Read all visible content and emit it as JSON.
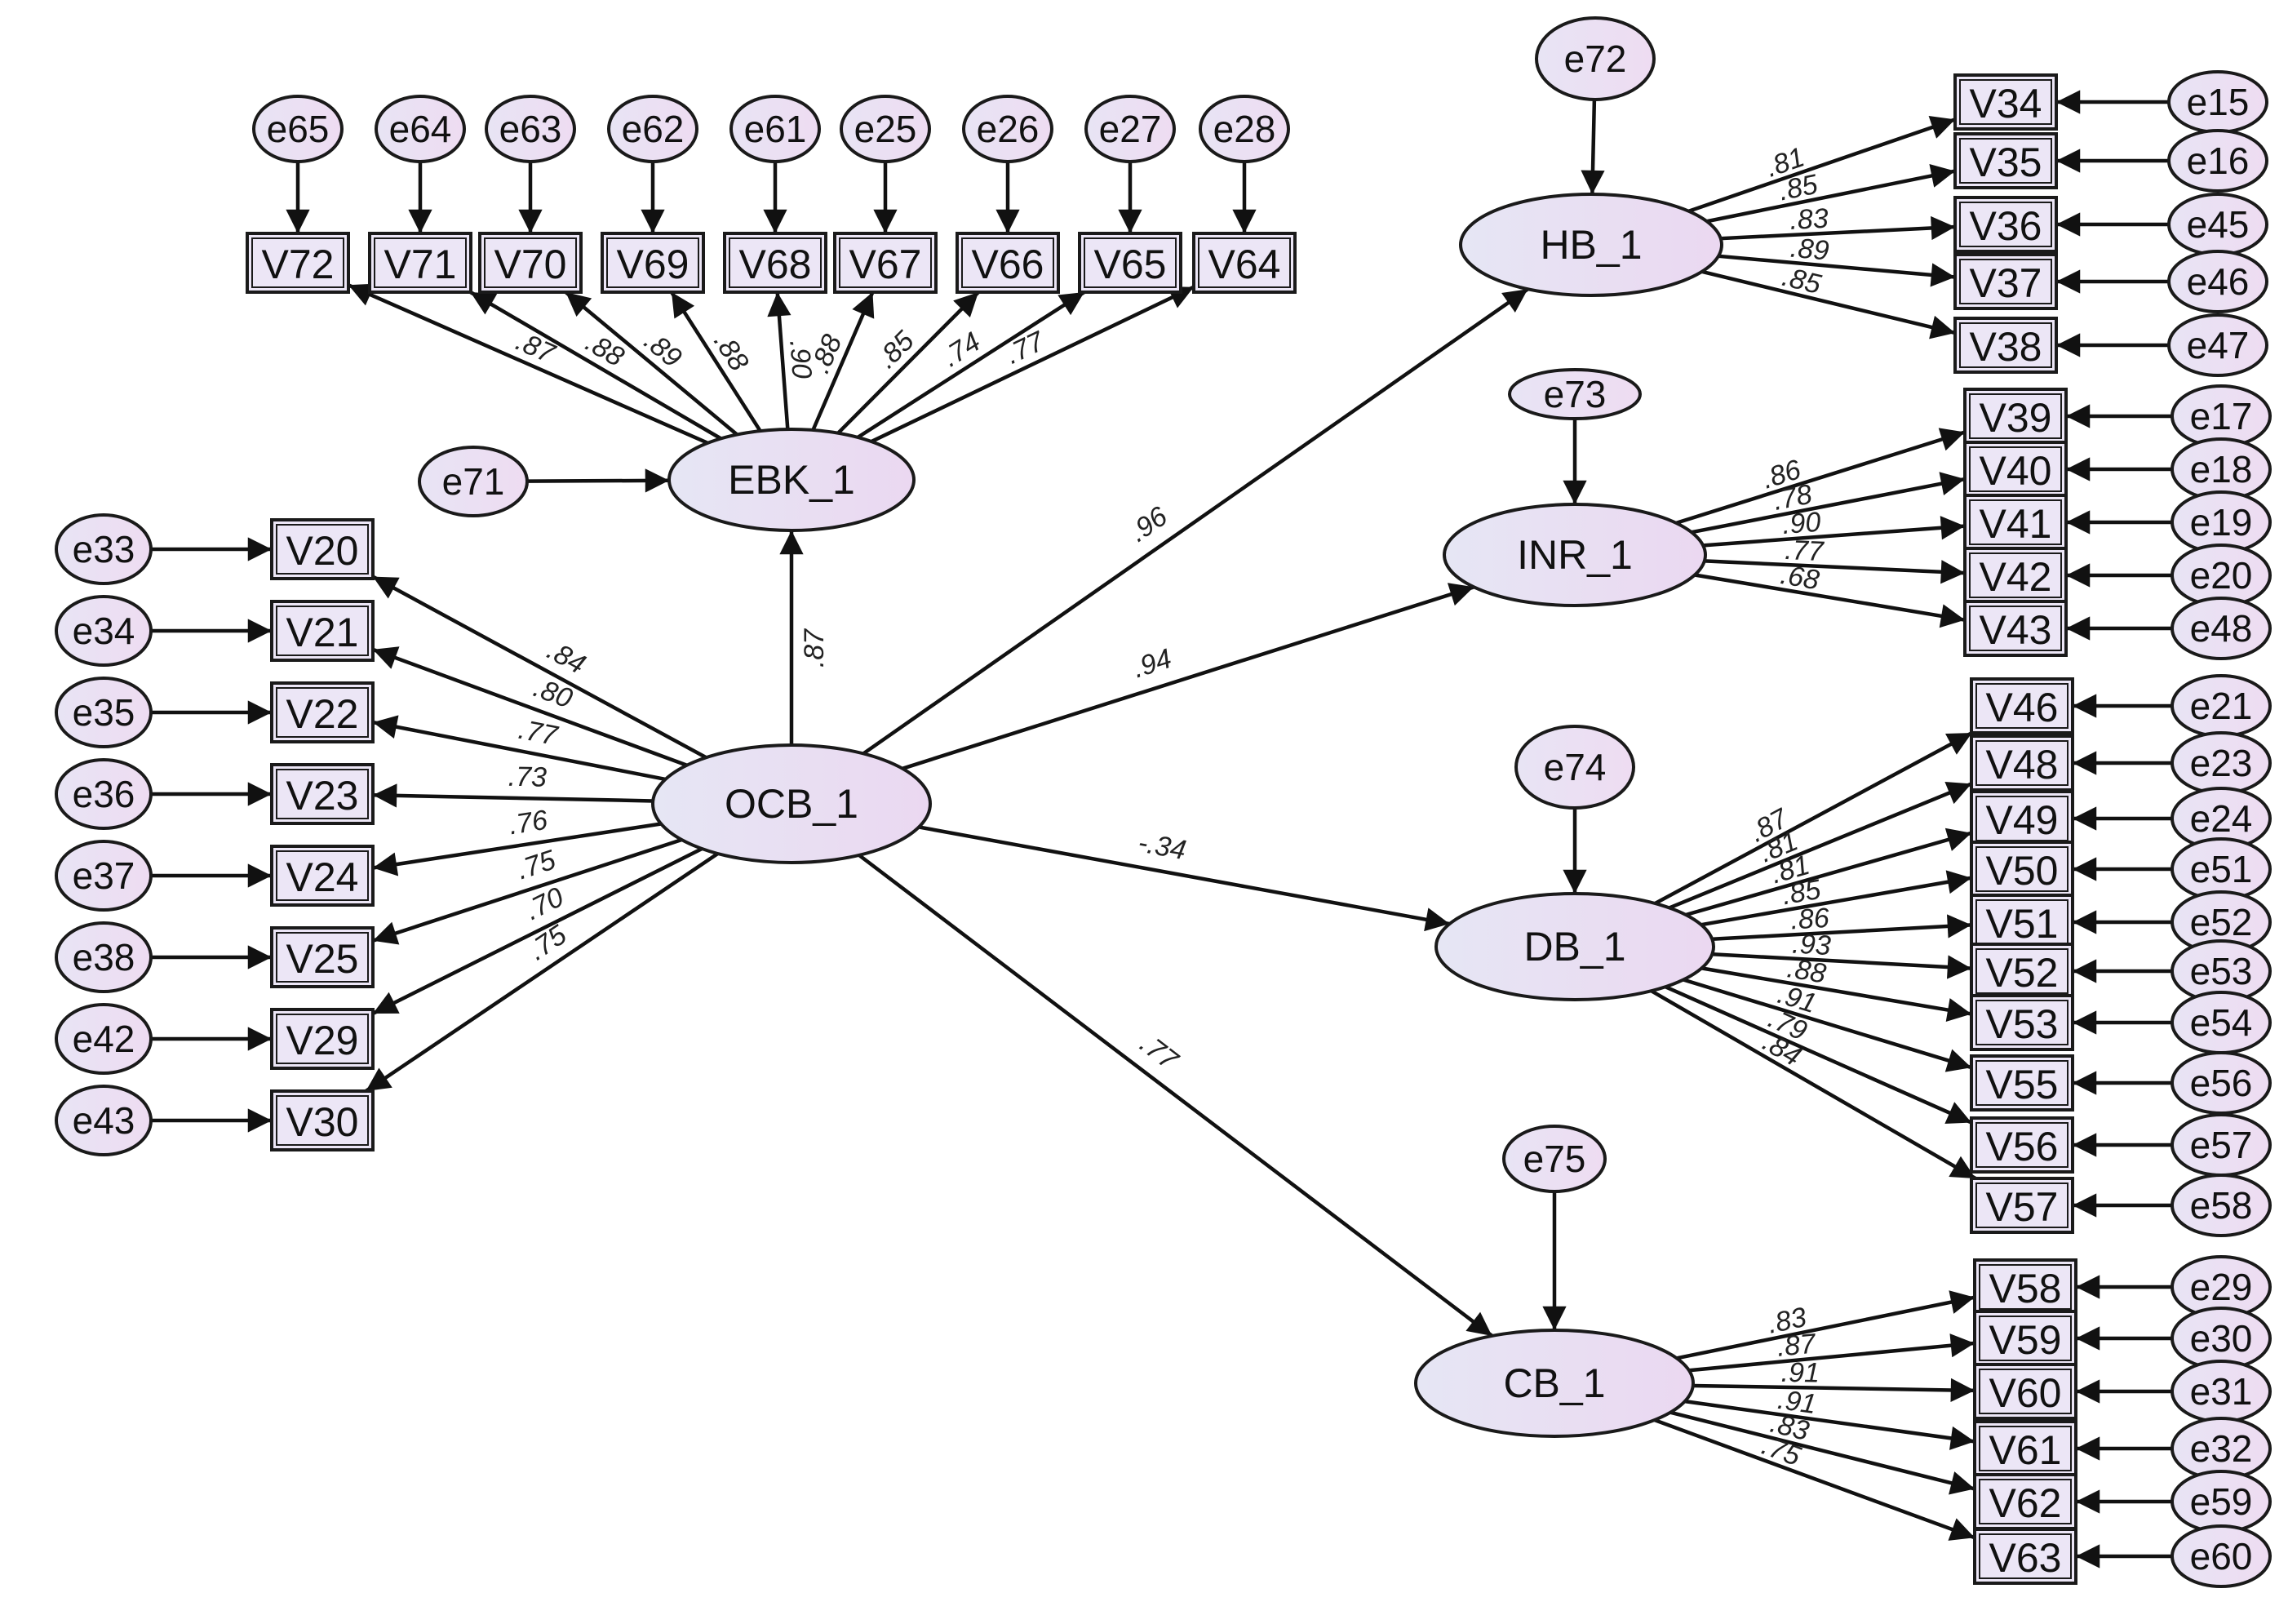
{
  "diagram": {
    "latents": [
      {
        "id": "OCB",
        "label": "OCB_1"
      },
      {
        "id": "EBK",
        "label": "EBK_1"
      },
      {
        "id": "HB",
        "label": "HB_1"
      },
      {
        "id": "INR",
        "label": "INR_1"
      },
      {
        "id": "DB",
        "label": "DB_1"
      },
      {
        "id": "CB",
        "label": "CB_1"
      }
    ],
    "disturbances": [
      {
        "id": "e71",
        "label": "e71",
        "target": "EBK"
      },
      {
        "id": "e72",
        "label": "e72",
        "target": "HB"
      },
      {
        "id": "e73",
        "label": "e73",
        "target": "INR"
      },
      {
        "id": "e74",
        "label": "e74",
        "target": "DB"
      },
      {
        "id": "e75",
        "label": "e75",
        "target": "CB"
      }
    ],
    "structural_paths": [
      {
        "from": "OCB",
        "to": "EBK",
        "weight": ".87"
      },
      {
        "from": "OCB",
        "to": "HB",
        "weight": ".96"
      },
      {
        "from": "OCB",
        "to": "INR",
        "weight": ".94"
      },
      {
        "from": "OCB",
        "to": "DB",
        "weight": "-.34"
      },
      {
        "from": "OCB",
        "to": "CB",
        "weight": ".77"
      }
    ],
    "indicators": {
      "OCB": [
        {
          "label": "V20",
          "error": "e33",
          "weight": ".84"
        },
        {
          "label": "V21",
          "error": "e34",
          "weight": ".80"
        },
        {
          "label": "V22",
          "error": "e35",
          "weight": ".77"
        },
        {
          "label": "V23",
          "error": "e36",
          "weight": ".73"
        },
        {
          "label": "V24",
          "error": "e37",
          "weight": ".76"
        },
        {
          "label": "V25",
          "error": "e38",
          "weight": ".75"
        },
        {
          "label": "V29",
          "error": "e42",
          "weight": ".70"
        },
        {
          "label": "V30",
          "error": "e43",
          "weight": ".75"
        }
      ],
      "EBK": [
        {
          "label": "V72",
          "error": "e65",
          "weight": ".87"
        },
        {
          "label": "V71",
          "error": "e64",
          "weight": ".88"
        },
        {
          "label": "V70",
          "error": "e63",
          "weight": ".89"
        },
        {
          "label": "V69",
          "error": "e62",
          "weight": ".88"
        },
        {
          "label": "V68",
          "error": "e61",
          "weight": ".90"
        },
        {
          "label": "V67",
          "error": "e25",
          "weight": ".88"
        },
        {
          "label": "V66",
          "error": "e26",
          "weight": ".85"
        },
        {
          "label": "V65",
          "error": "e27",
          "weight": ".74"
        },
        {
          "label": "V64",
          "error": "e28",
          "weight": ".77"
        }
      ],
      "HB": [
        {
          "label": "V34",
          "error": "e15",
          "weight": ".81"
        },
        {
          "label": "V35",
          "error": "e16",
          "weight": ".85"
        },
        {
          "label": "V36",
          "error": "e45",
          "weight": ".83"
        },
        {
          "label": "V37",
          "error": "e46",
          "weight": ".89"
        },
        {
          "label": "V38",
          "error": "e47",
          "weight": ".85"
        }
      ],
      "INR": [
        {
          "label": "V39",
          "error": "e17",
          "weight": ".86"
        },
        {
          "label": "V40",
          "error": "e18",
          "weight": ".78"
        },
        {
          "label": "V41",
          "error": "e19",
          "weight": ".90"
        },
        {
          "label": "V42",
          "error": "e20",
          "weight": ".77"
        },
        {
          "label": "V43",
          "error": "e48",
          "weight": ".68"
        }
      ],
      "DB": [
        {
          "label": "V46",
          "error": "e21",
          "weight": ".87"
        },
        {
          "label": "V48",
          "error": "e23",
          "weight": ".81"
        },
        {
          "label": "V49",
          "error": "e24",
          "weight": ".81"
        },
        {
          "label": "V50",
          "error": "e51",
          "weight": ".85"
        },
        {
          "label": "V51",
          "error": "e52",
          "weight": ".86"
        },
        {
          "label": "V52",
          "error": "e53",
          "weight": ".93"
        },
        {
          "label": "V53",
          "error": "e54",
          "weight": ".88"
        },
        {
          "label": "V55",
          "error": "e56",
          "weight": ".91"
        },
        {
          "label": "V56",
          "error": "e57",
          "weight": ".79"
        },
        {
          "label": "V57",
          "error": "e58",
          "weight": ".84"
        }
      ],
      "CB": [
        {
          "label": "V58",
          "error": "e29",
          "weight": ".83"
        },
        {
          "label": "V59",
          "error": "e30",
          "weight": ".87"
        },
        {
          "label": "V60",
          "error": "e31",
          "weight": ".91"
        },
        {
          "label": "V61",
          "error": "e32",
          "weight": ".91"
        },
        {
          "label": "V62",
          "error": "e59",
          "weight": ".83"
        },
        {
          "label": "V63",
          "error": "e60",
          "weight": ".75"
        }
      ]
    }
  }
}
